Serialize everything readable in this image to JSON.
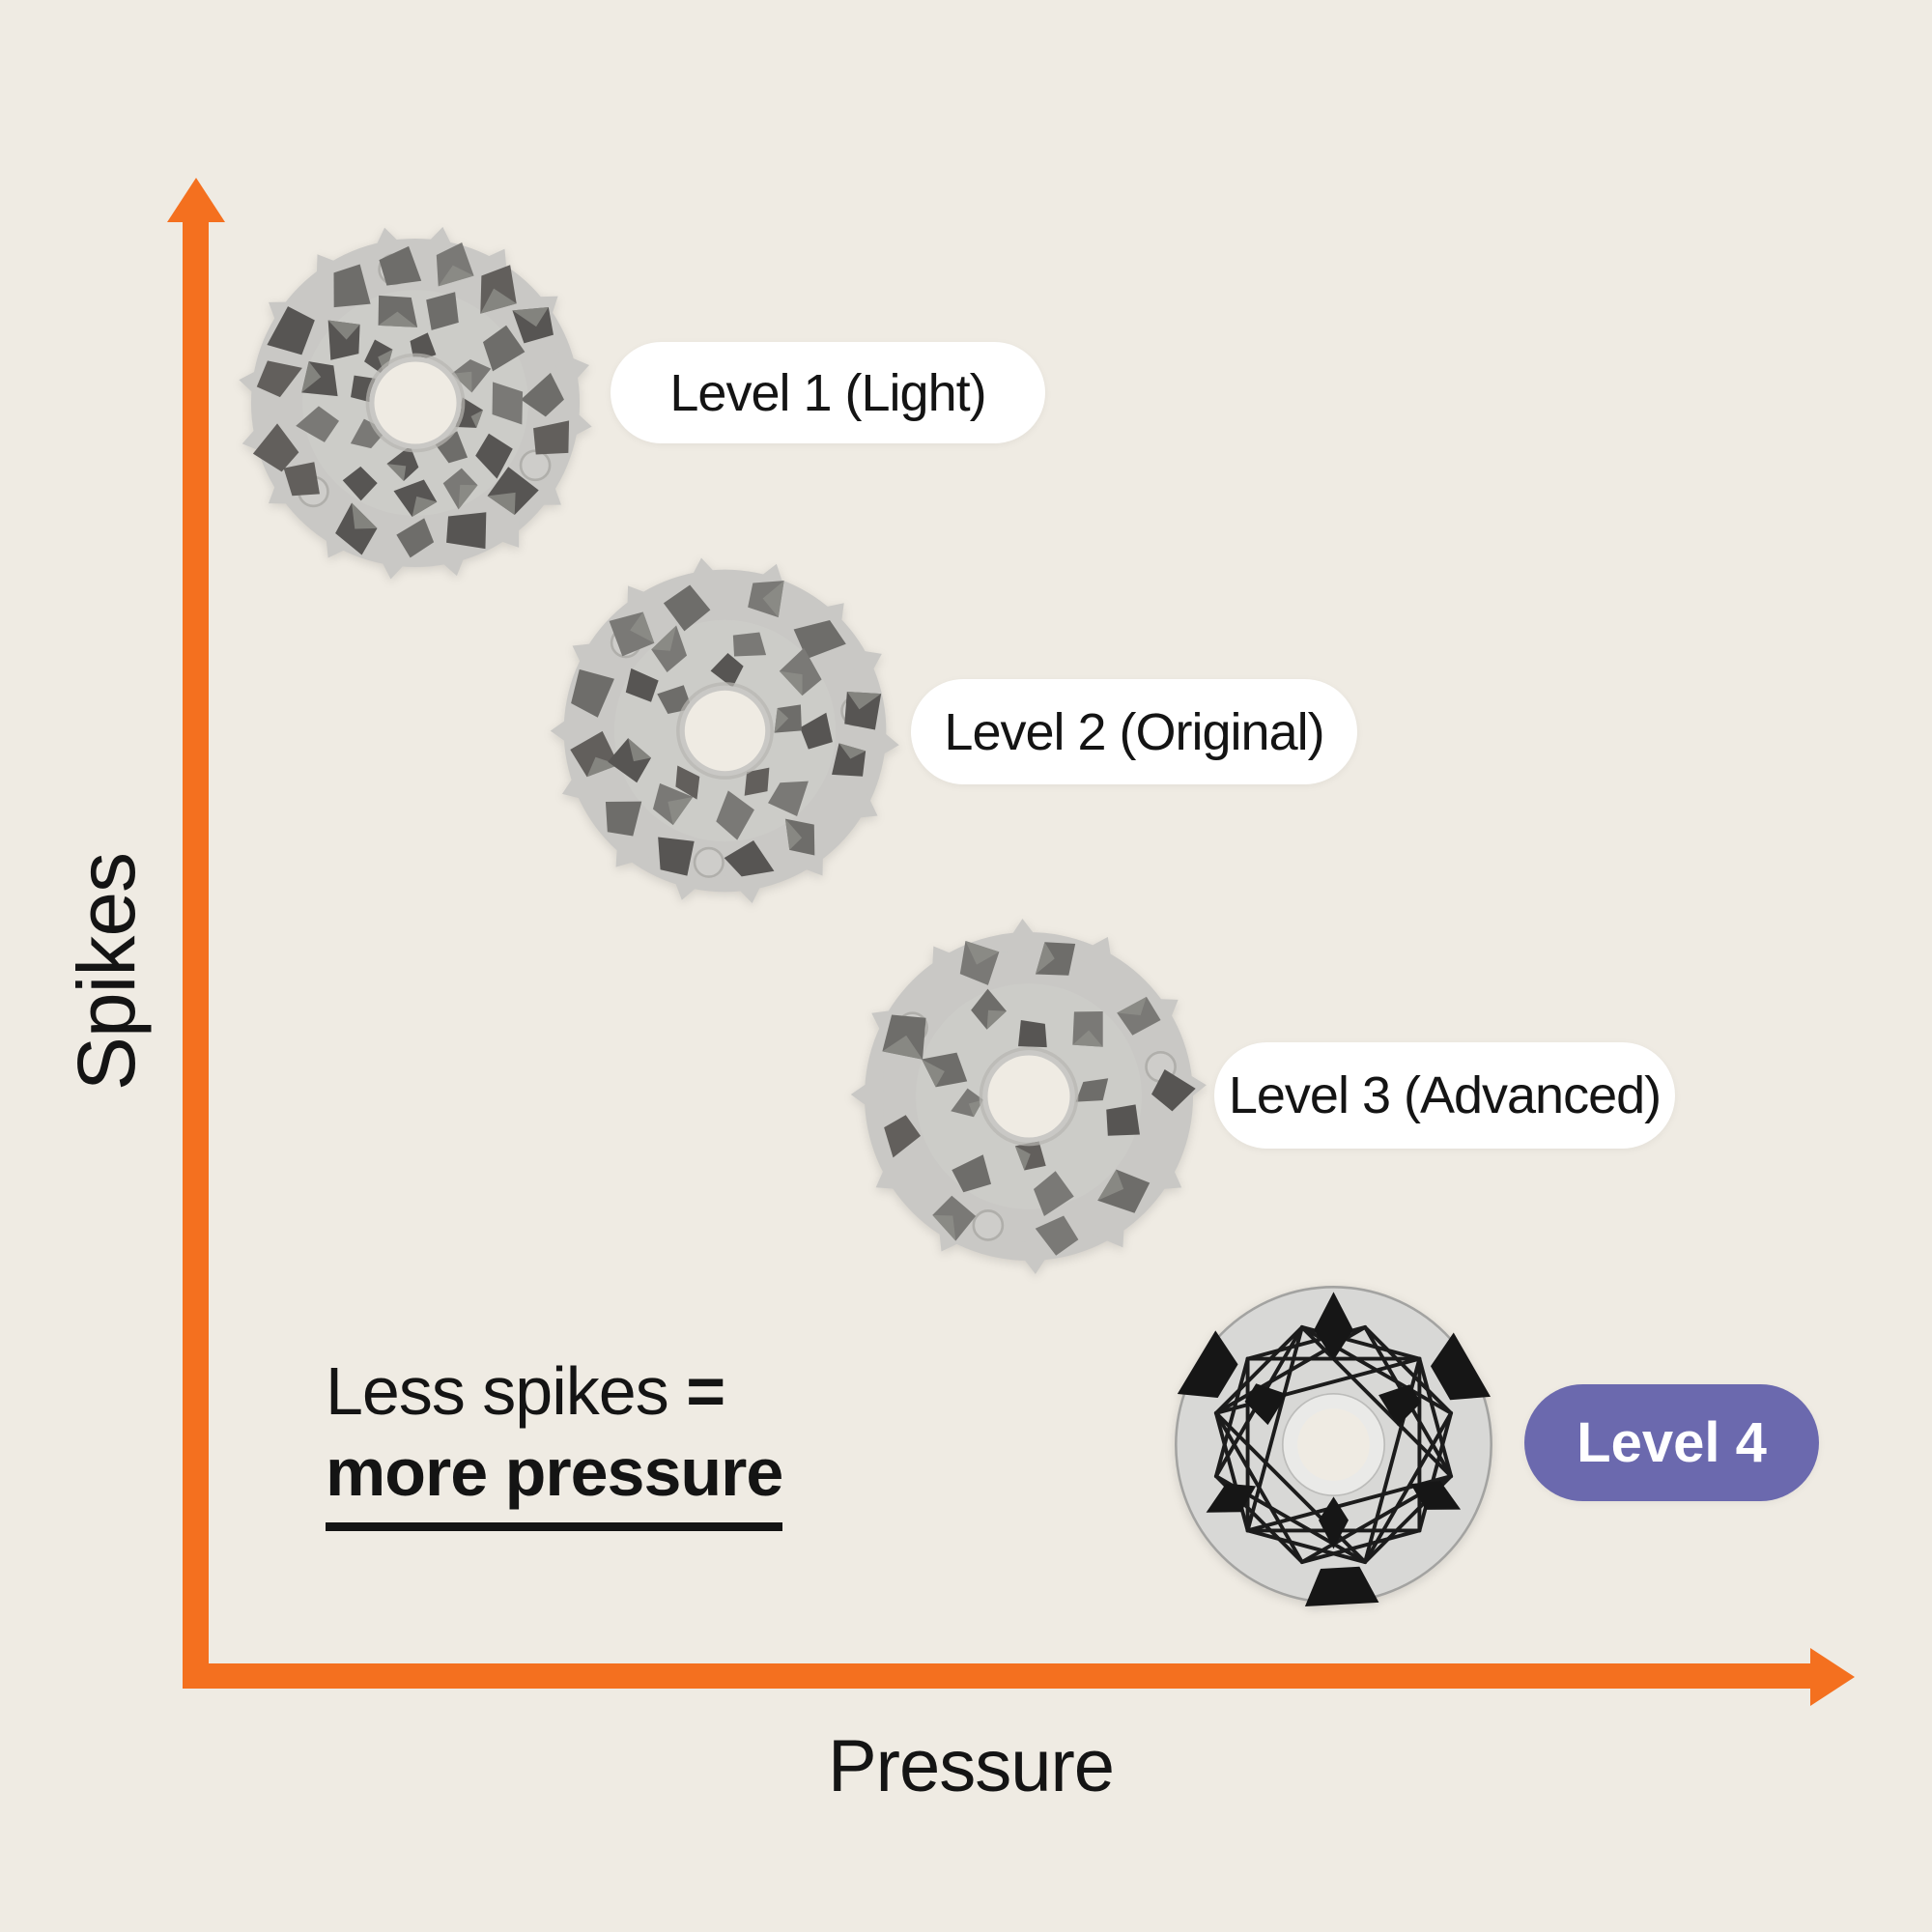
{
  "page": {
    "background_color": "#efebe3",
    "text_color": "#141414"
  },
  "axes": {
    "color": "#f4701f",
    "y_axis_label": "Spikes",
    "x_axis_label": "Pressure"
  },
  "annotation": {
    "line1": "Less spikes",
    "equals": "=",
    "line2": "more pressure"
  },
  "badges": [
    {
      "label": "Level 1 (Light)",
      "background": "#ffffff",
      "text_color": "#141414"
    },
    {
      "label": "Level 2 (Original)",
      "background": "#ffffff",
      "text_color": "#141414"
    },
    {
      "label": "Level 3 (Advanced)",
      "background": "#ffffff",
      "text_color": "#141414"
    },
    {
      "label": "Level 4",
      "background": "#6b69ae",
      "text_color": "#ffffff"
    }
  ],
  "chart_data": {
    "type": "scatter",
    "title": "",
    "xlabel": "Pressure",
    "ylabel": "Spikes",
    "x_range": [
      0,
      1
    ],
    "y_range": [
      0,
      1
    ],
    "grid": false,
    "axis_arrows": true,
    "legend": "none",
    "annotation": "Less spikes = more pressure",
    "points": [
      {
        "label": "Level 1 (Light)",
        "x": 0.14,
        "y": 0.85,
        "approx_spikes": 34,
        "disc_style": "translucent-gray-disc-dense-pyramid-spikes"
      },
      {
        "label": "Level 2 (Original)",
        "x": 0.33,
        "y": 0.64,
        "approx_spikes": 26,
        "disc_style": "translucent-gray-disc-medium-pyramid-spikes"
      },
      {
        "label": "Level 3 (Advanced)",
        "x": 0.51,
        "y": 0.39,
        "approx_spikes": 19,
        "disc_style": "translucent-gray-disc-sparse-pyramid-spikes"
      },
      {
        "label": "Level 4",
        "x": 0.69,
        "y": 0.16,
        "approx_spikes": 8,
        "disc_style": "white-disc-black-geometric-lattice-8-spikes"
      }
    ]
  }
}
